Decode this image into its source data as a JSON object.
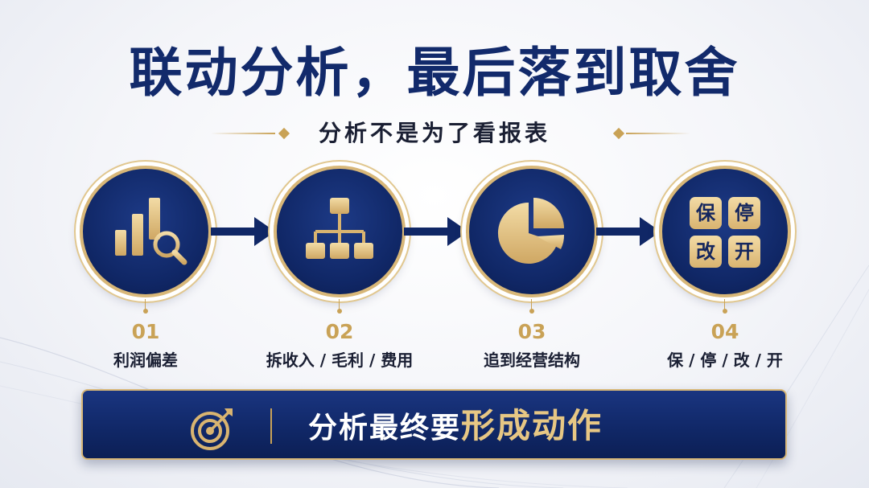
{
  "title": "联动分析，最后落到取舍",
  "subtitle": "分析不是为了看报表",
  "colors": {
    "navy": "#122a6b",
    "gold": "#c9a256",
    "gold_light": "#e7c784",
    "text_dark": "#1a1f33"
  },
  "steps": [
    {
      "number": "01",
      "label": "利润偏差",
      "icon": "bar-chart-magnifier-icon"
    },
    {
      "number": "02",
      "label": "拆收入 / 毛利 / 费用",
      "icon": "org-hierarchy-icon"
    },
    {
      "number": "03",
      "label": "追到经营结构",
      "icon": "pie-chart-icon"
    },
    {
      "number": "04",
      "label": "保 / 停 / 改 / 开",
      "icon": "decision-grid-icon",
      "grid": [
        "保",
        "停",
        "改",
        "开"
      ]
    }
  ],
  "banner": {
    "icon": "target-arrow-icon",
    "text_normal": "分析最终要",
    "text_emphasis": "形成动作"
  }
}
